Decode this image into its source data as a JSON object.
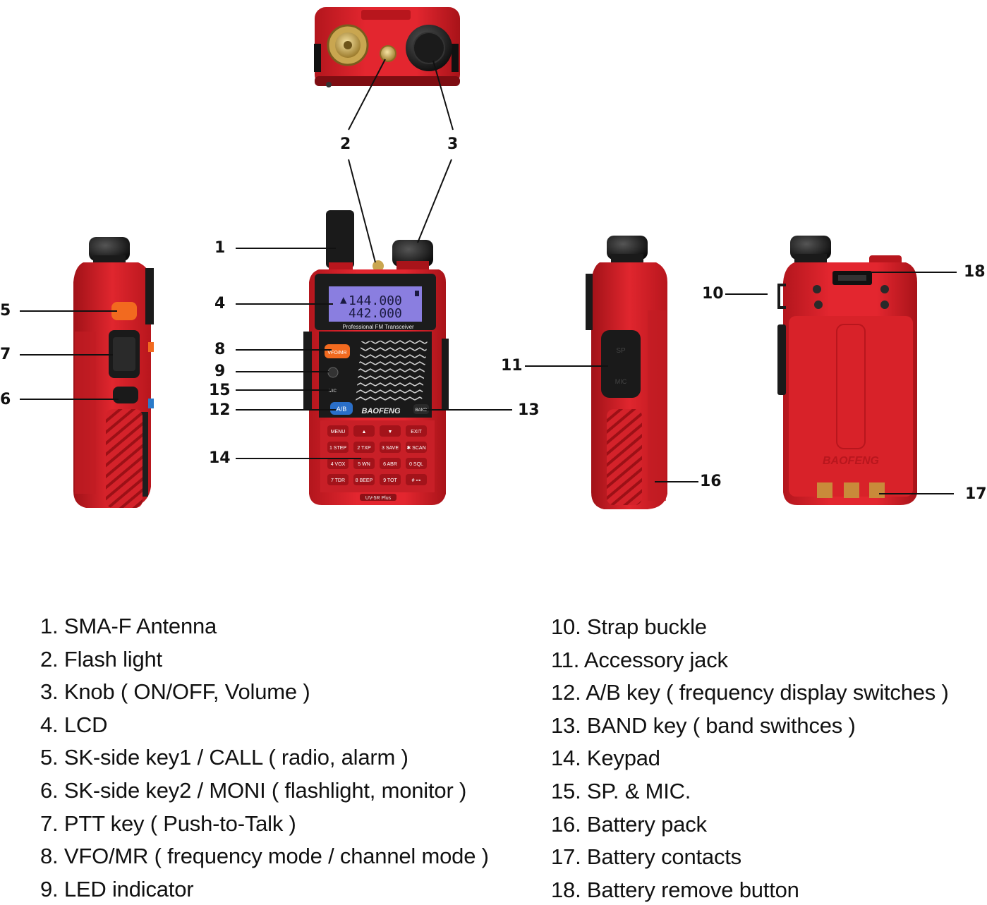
{
  "callouts": {
    "c1": "1",
    "c2": "2",
    "c3": "3",
    "c4": "4",
    "c5": "5",
    "c6": "6",
    "c7": "7",
    "c8": "8",
    "c9": "9",
    "c10": "10",
    "c11": "11",
    "c12": "12",
    "c13": "13",
    "c14": "14",
    "c15": "15",
    "c16": "16",
    "c17": "17",
    "c18": "18"
  },
  "device": {
    "lcd_line1": "144.000",
    "lcd_line2": "442.000",
    "panel_label": "Professional FM Transceiver",
    "brand": "BAOFENG",
    "model": "UV-5R Plus",
    "key_vfo": "VFO/MR",
    "key_ab": "A/B",
    "key_band": "BAND",
    "keys": [
      "MENU",
      "▲",
      "▼",
      "EXIT",
      "1 STEP",
      "2 TXP",
      "3 SAVE",
      "✱ SCAN",
      "4 VOX",
      "5 WN",
      "6 ABR",
      "0 SQL",
      "7 TDR",
      "8 BEEP",
      "9 TOT",
      "# ⊶"
    ],
    "side_sp": "SP",
    "side_mic": "MIC",
    "mic_label": "MIC"
  },
  "legend": {
    "left": [
      "1. SMA-F Antenna",
      "2. Flash light",
      "3. Knob ( ON/OFF, Volume )",
      "4. LCD",
      "5. SK-side key1 / CALL ( radio, alarm )",
      "6. SK-side key2 / MONI ( flashlight, monitor )",
      "7. PTT key ( Push-to-Talk )",
      "8. VFO/MR ( frequency mode / channel mode )",
      "9. LED indicator"
    ],
    "right": [
      "10. Strap buckle",
      "11. Accessory jack",
      "12. A/B key ( frequency display switches )",
      "13. BAND key ( band swithces )",
      "14. Keypad",
      "15. SP. & MIC.",
      "16. Battery pack",
      "17. Battery contacts",
      "18. Battery remove button"
    ]
  },
  "colors": {
    "body_red": "#e0262e",
    "dark_red": "#a8141a",
    "lcd_purple": "#8a7ee0",
    "black": "#141414",
    "battery_contact": "#c98a3a"
  }
}
